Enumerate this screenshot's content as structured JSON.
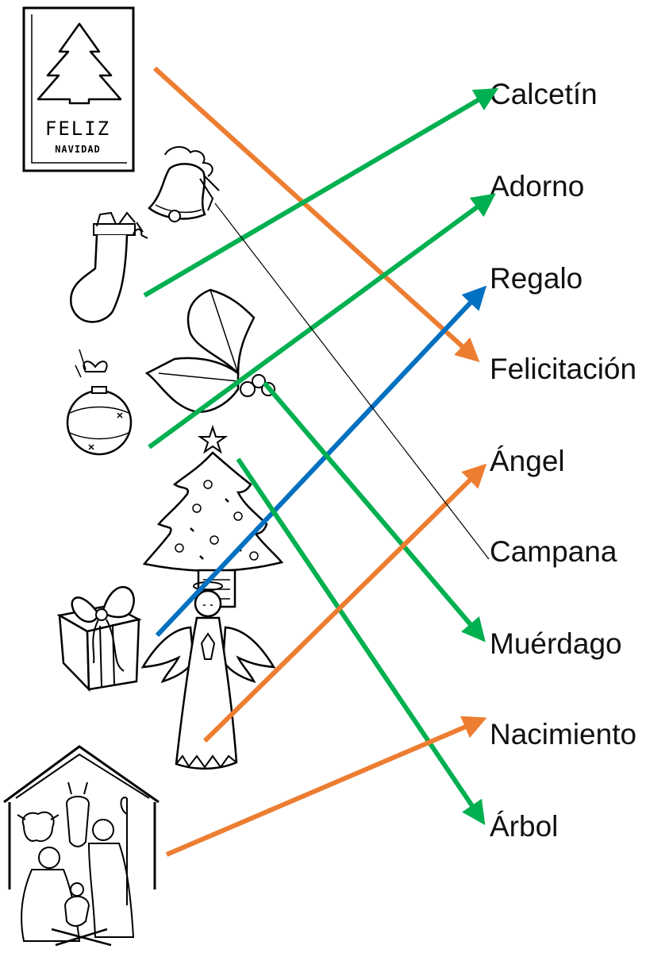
{
  "worksheet": {
    "words": [
      {
        "id": "calcetin",
        "label": "Calcetín"
      },
      {
        "id": "adorno",
        "label": "Adorno"
      },
      {
        "id": "regalo",
        "label": "Regalo"
      },
      {
        "id": "felicitacion",
        "label": "Felicitación"
      },
      {
        "id": "angel",
        "label": "Ángel"
      },
      {
        "id": "campana",
        "label": "Campana"
      },
      {
        "id": "muerdago",
        "label": "Muérdago"
      },
      {
        "id": "nacimiento",
        "label": "Nacimiento"
      },
      {
        "id": "arbol",
        "label": "Árbol"
      }
    ],
    "card_text": {
      "line1": "FELIZ",
      "line2": "NAVIDAD"
    },
    "pictures": [
      {
        "name": "christmas-card-picture",
        "icon": "christmas-card"
      },
      {
        "name": "bell-picture",
        "icon": "bell"
      },
      {
        "name": "stocking-picture",
        "icon": "stocking"
      },
      {
        "name": "holly-picture",
        "icon": "holly"
      },
      {
        "name": "ornament-picture",
        "icon": "ornament"
      },
      {
        "name": "tree-picture",
        "icon": "christmas-tree"
      },
      {
        "name": "gift-picture",
        "icon": "gift"
      },
      {
        "name": "angel-picture",
        "icon": "angel"
      },
      {
        "name": "nativity-picture",
        "icon": "nativity"
      }
    ],
    "connections": [
      {
        "from": "christmas-card",
        "to": "felicitacion",
        "color": "#ED7D31"
      },
      {
        "from": "stocking",
        "to": "calcetin",
        "color": "#00B050"
      },
      {
        "from": "ornament",
        "to": "adorno",
        "color": "#00B050"
      },
      {
        "from": "gift",
        "to": "regalo",
        "color": "#0070C0"
      },
      {
        "from": "holly",
        "to": "muerdago",
        "color": "#00B050"
      },
      {
        "from": "christmas-tree",
        "to": "arbol",
        "color": "#00B050"
      },
      {
        "from": "angel",
        "to": "angel",
        "color": "#ED7D31"
      },
      {
        "from": "nativity",
        "to": "nacimiento",
        "color": "#ED7D31"
      },
      {
        "from": "bell",
        "to": "campana",
        "color": "#000000"
      }
    ]
  }
}
